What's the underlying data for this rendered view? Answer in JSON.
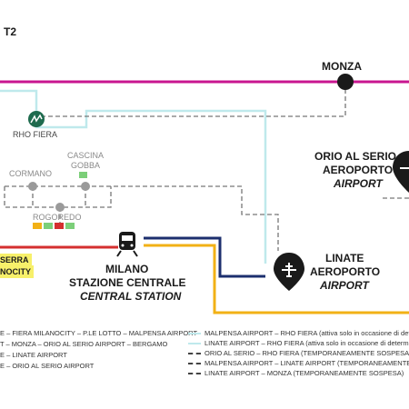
{
  "top_left_label": "T2",
  "stations": {
    "monza": "MONZA",
    "rho_fiera": "RHO FIERA",
    "cormano": "CORMANO",
    "cascina_gobba_1": "CASCINA",
    "cascina_gobba_2": "GOBBA",
    "rogoredo": "ROGOREDO",
    "orio_line1": "ORIO AL SERIO",
    "orio_line2": "AEROPORTO",
    "orio_line3": "AIRPORT",
    "linate_line1": "LINATE",
    "linate_line2": "AEROPORTO",
    "linate_line3": "AIRPORT",
    "milano_line1": "MILANO",
    "milano_line2": "STAZIONE CENTRALE",
    "milano_line3": "CENTRAL STATION"
  },
  "highlight": {
    "line1": "SERRA",
    "line2": "NOCITY"
  },
  "legend_left": [
    "E – FIERA MILANOCITY – P.LE LOTTO – MALPENSA AIRPORT",
    "T – MONZA – ORIO AL SERIO AIRPORT – BERGAMO",
    "E – LINATE AIRPORT",
    "E – ORIO AL SERIO AIRPORT"
  ],
  "legend_right": [
    {
      "text": "MALPENSA AIRPORT – RHO FIERA (attiva solo in occasione di dete",
      "style": "solid",
      "color": "#bfe9ec"
    },
    {
      "text": "LINATE AIRPORT – RHO FIERA (attiva solo in occasione di determi",
      "style": "solid",
      "color": "#bfe9ec"
    },
    {
      "text": "ORIO AL SERIO – RHO FIERA (TEMPORANEAMENTE SOSPESA)",
      "style": "dashed",
      "color": "#444444"
    },
    {
      "text": "MALPENSA AIRPORT – LINATE AIRPORT (TEMPORANEAMENTE SOSPESA)",
      "style": "dashed",
      "color": "#444444"
    },
    {
      "text": "LINATE AIRPORT – MONZA (TEMPORANEAMENTE SOSPESA)",
      "style": "dashed",
      "color": "#444444"
    }
  ],
  "colors": {
    "magenta": "#c8158f",
    "red": "#d42f2f",
    "navy": "#1c2f6e",
    "yellow": "#f2b116",
    "lightblue": "#bfe9ec",
    "dashed": "#777777",
    "rho_green": "#1e6b4e"
  },
  "icons": [
    "train-icon",
    "airplane-icon",
    "station-dot-icon",
    "rho-fiera-logo-icon"
  ]
}
